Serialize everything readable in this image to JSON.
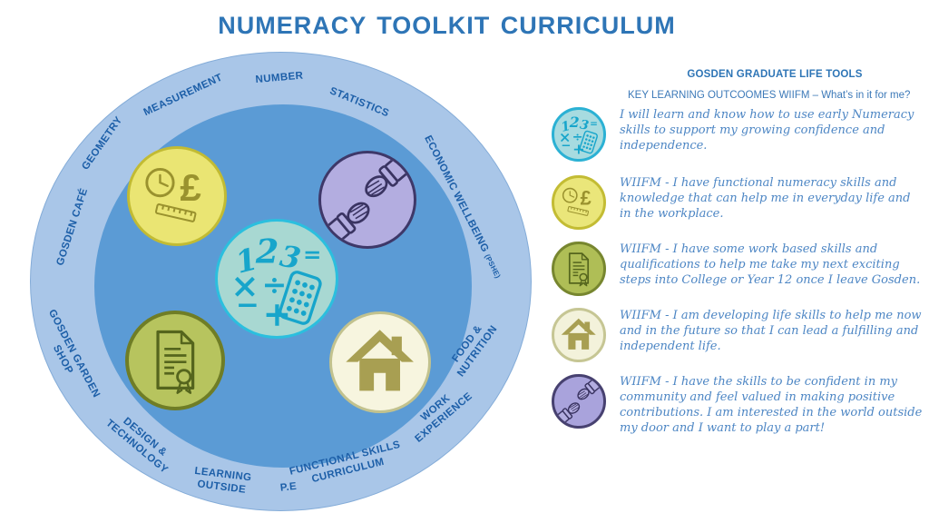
{
  "title": "NUMERACY TOOLKIT CURRICULUM",
  "colors": {
    "title_blue": "#2E75B6",
    "ring_fill": "#A9C6E8",
    "inner_fill": "#5B9BD5",
    "ring_label_blue": "#1D5FA8",
    "script_text_blue": "#4D86C4",
    "center_teal": "#A8D8D2",
    "center_border_cyan": "#2BBFDE",
    "money_yellow": "#EAE573",
    "hands_purple": "#B3ADE0",
    "cert_green": "#B7C45E",
    "house_cream": "#F7F5DF"
  },
  "glyphs": {
    "digits": [
      "1",
      "2",
      "3"
    ],
    "equals": "=",
    "multiply": "×",
    "minus": "−",
    "divide": "÷",
    "plus": "+",
    "pound": "£"
  },
  "wheel": {
    "ring_labels": [
      {
        "id": "geometry",
        "text": "GEOMETRY"
      },
      {
        "id": "measurement",
        "text": "MEASUREMENT"
      },
      {
        "id": "number",
        "text": "NUMBER"
      },
      {
        "id": "statistics",
        "text": "STATISTICS"
      },
      {
        "id": "economic-wellbeing",
        "text": "ECONOMIC WELLBEING ",
        "suffix": "(PSHE)"
      },
      {
        "id": "food-nutrition",
        "text": "FOOD &\nNUTRITION"
      },
      {
        "id": "work-experience",
        "text": "WORK\nEXPERIENCE"
      },
      {
        "id": "functional-skills",
        "text": "FUNCTIONAL SKILLS\nCURRICULUM"
      },
      {
        "id": "pe",
        "text": "P.E"
      },
      {
        "id": "learning-outside",
        "text": "LEARNING\nOUTSIDE"
      },
      {
        "id": "design-technology",
        "text": "DESIGN &\nTECHNOLOGY"
      },
      {
        "id": "gosden-garden-shop",
        "text": "GOSDEN GARDEN\nSHOP"
      },
      {
        "id": "gosden-cafe",
        "text": "GOSDEN CAFÉ"
      }
    ]
  },
  "legend": {
    "heading": "GOSDEN GRADUATE LIFE TOOLS",
    "subheading": "KEY LEARNING OUTCOOMES  WIIFM – What’s in it for me?",
    "items": [
      {
        "icon": "numeracy-icon",
        "text": "I will learn and know how to use early Numeracy skills to support my growing confidence and independence."
      },
      {
        "icon": "money-measure-icon",
        "text": "WIIFM - I have functional numeracy skills and knowledge that can help me in everyday life and in the workplace."
      },
      {
        "icon": "certificate-icon",
        "text": "WIIFM - I have some work based skills and qualifications to help me take my next exciting steps into College or Year 12 once I leave Gosden."
      },
      {
        "icon": "house-icon",
        "text": "WIIFM - I am developing life skills to help me now and in the future so that I can lead a fulfilling and independent life."
      },
      {
        "icon": "hands-icon",
        "text": "WIIFM - I have the skills to be confident in my community and feel valued in making positive contributions. I am interested in the world outside my door and I want to play a part!"
      }
    ]
  }
}
